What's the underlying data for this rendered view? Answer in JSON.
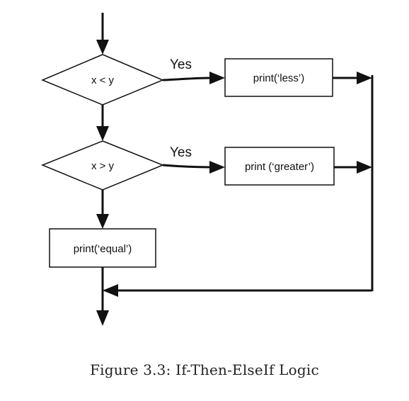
{
  "diagram": {
    "nodes": {
      "decision_1": {
        "label": "x < y",
        "type": "decision"
      },
      "decision_2": {
        "label": "x > y",
        "type": "decision"
      },
      "action_less": {
        "label": "print(‘less’)",
        "type": "process"
      },
      "action_greater": {
        "label": "print (‘greater’)",
        "type": "process"
      },
      "action_equal": {
        "label": "print(‘equal’)",
        "type": "process"
      }
    },
    "edges": {
      "yes_1": "Yes",
      "yes_2": "Yes"
    },
    "caption": "Figure 3.3: If-Then-ElseIf Logic"
  }
}
